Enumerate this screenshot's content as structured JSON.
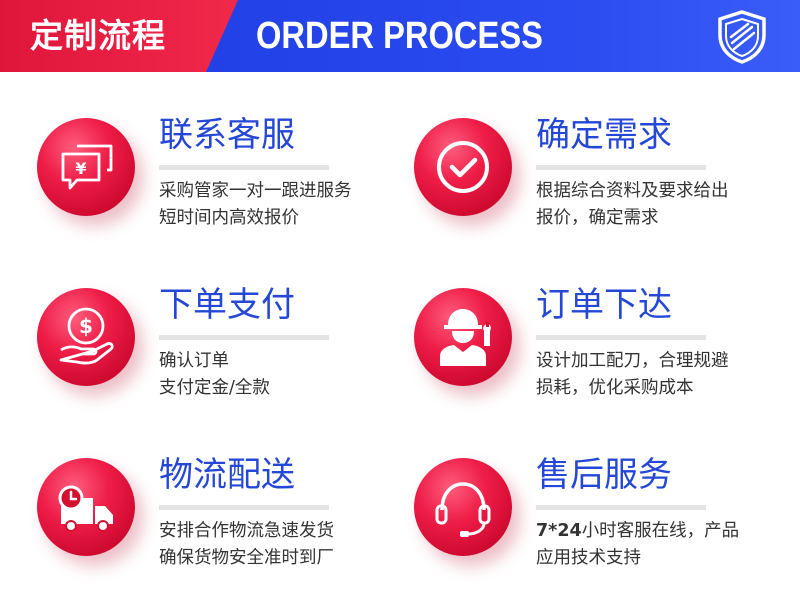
{
  "header": {
    "title_cn": "定制流程",
    "title_en": "ORDER PROCESS",
    "icon": "shield-check-icon",
    "colors": {
      "red": "#e3173b",
      "blue": "#1f3ee8"
    }
  },
  "steps": [
    {
      "title": "联系客服",
      "lines": [
        "采购管家一对一跟进服务",
        "短时间内高效报价"
      ],
      "icon": "chat-yen-icon"
    },
    {
      "title": "确定需求",
      "lines": [
        "根据综合资料及要求给出",
        "报价，确定需求"
      ],
      "icon": "check-circle-icon"
    },
    {
      "title": "下单支付",
      "lines": [
        "确认订单",
        "支付定金/全款"
      ],
      "icon": "hand-dollar-icon"
    },
    {
      "title": "订单下达",
      "lines": [
        "设计加工配刀，合理规避",
        "损耗，优化采购成本"
      ],
      "icon": "worker-wrench-icon"
    },
    {
      "title": "物流配送",
      "lines": [
        "安排合作物流急速发货",
        "确保货物安全准时到厂"
      ],
      "icon": "truck-clock-icon"
    },
    {
      "title": "售后服务",
      "line1_prefix": "7*24",
      "line1_rest": "小时客服在线，产品",
      "lines": [
        "",
        "应用技术支持"
      ],
      "icon": "headset-icon"
    }
  ]
}
